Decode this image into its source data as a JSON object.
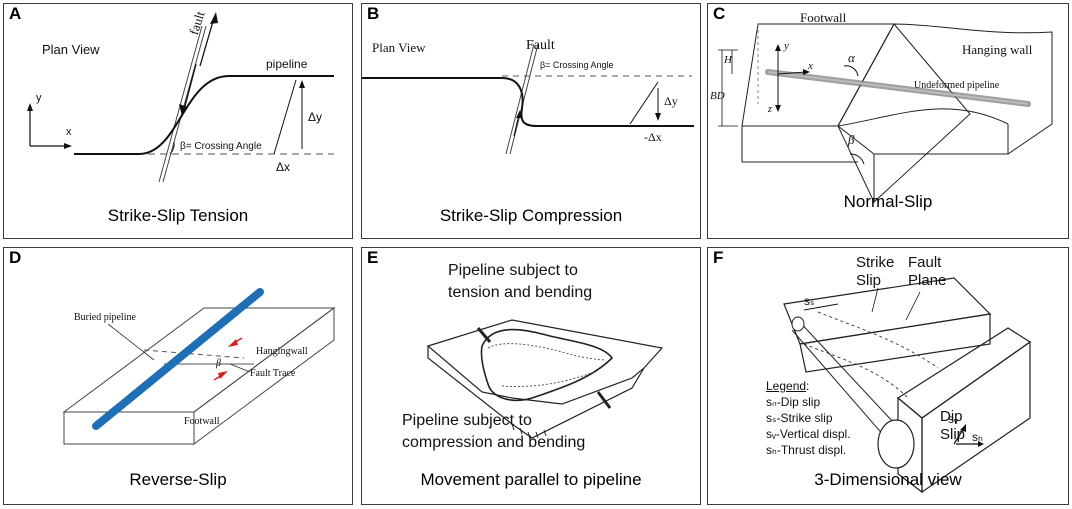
{
  "panels": {
    "A": {
      "letter": "A",
      "caption": "Strike-Slip Tension",
      "plan_view": "Plan View",
      "fault": "fault",
      "pipeline": "pipeline",
      "crossing_angle": "β= Crossing Angle",
      "axis_y": "y",
      "axis_x": "x",
      "dy": "Δy",
      "dx": "Δx"
    },
    "B": {
      "letter": "B",
      "caption": "Strike-Slip Compression",
      "plan_view": "Plan View",
      "fault": "Fault",
      "crossing_angle": "β= Crossing Angle",
      "dy": "Δy",
      "dx": "-Δx"
    },
    "C": {
      "letter": "C",
      "caption": "Normal-Slip",
      "footwall": "Footwall",
      "hanging_wall": "Hanging wall",
      "undeformed_pipeline": "Undeformed pipeline",
      "y": "y",
      "x": "x",
      "z": "z",
      "H": "H",
      "BD": "BD",
      "alpha": "α",
      "beta": "β"
    },
    "D": {
      "letter": "D",
      "caption": "Reverse-Slip",
      "buried_pipeline": "Buried pipeline",
      "hangingwall": "Hangingwall",
      "fault_trace": "Fault Trace",
      "footwall": "Footwall",
      "beta": "β"
    },
    "E": {
      "letter": "E",
      "caption": "Movement parallel to pipeline",
      "tension_line1": "Pipeline subject to",
      "tension_line2": "tension and bending",
      "compression_line1": "Pipeline subject to",
      "compression_line2": "compression and bending"
    },
    "F": {
      "letter": "F",
      "caption": "3-Dimensional view",
      "strike": "Strike",
      "slip": "Slip",
      "fault": "Fault",
      "plane": "Plane",
      "dip": "Dip",
      "dip_slip": "Slip",
      "legend_title": "Legend",
      "legend_colon": ":",
      "legend_items": [
        "sₙ-Dip slip",
        "sₛ-Strike slip",
        "sᵥ-Vertical displ.",
        "sₕ-Thrust displ."
      ],
      "s_v": "sᵥ",
      "s_h": "sₕ",
      "s_s": "sₛ"
    }
  },
  "colors": {
    "border": "#3b3b3b",
    "pipe_blue": "#1f6fb5",
    "arrow_red": "#d42020"
  }
}
